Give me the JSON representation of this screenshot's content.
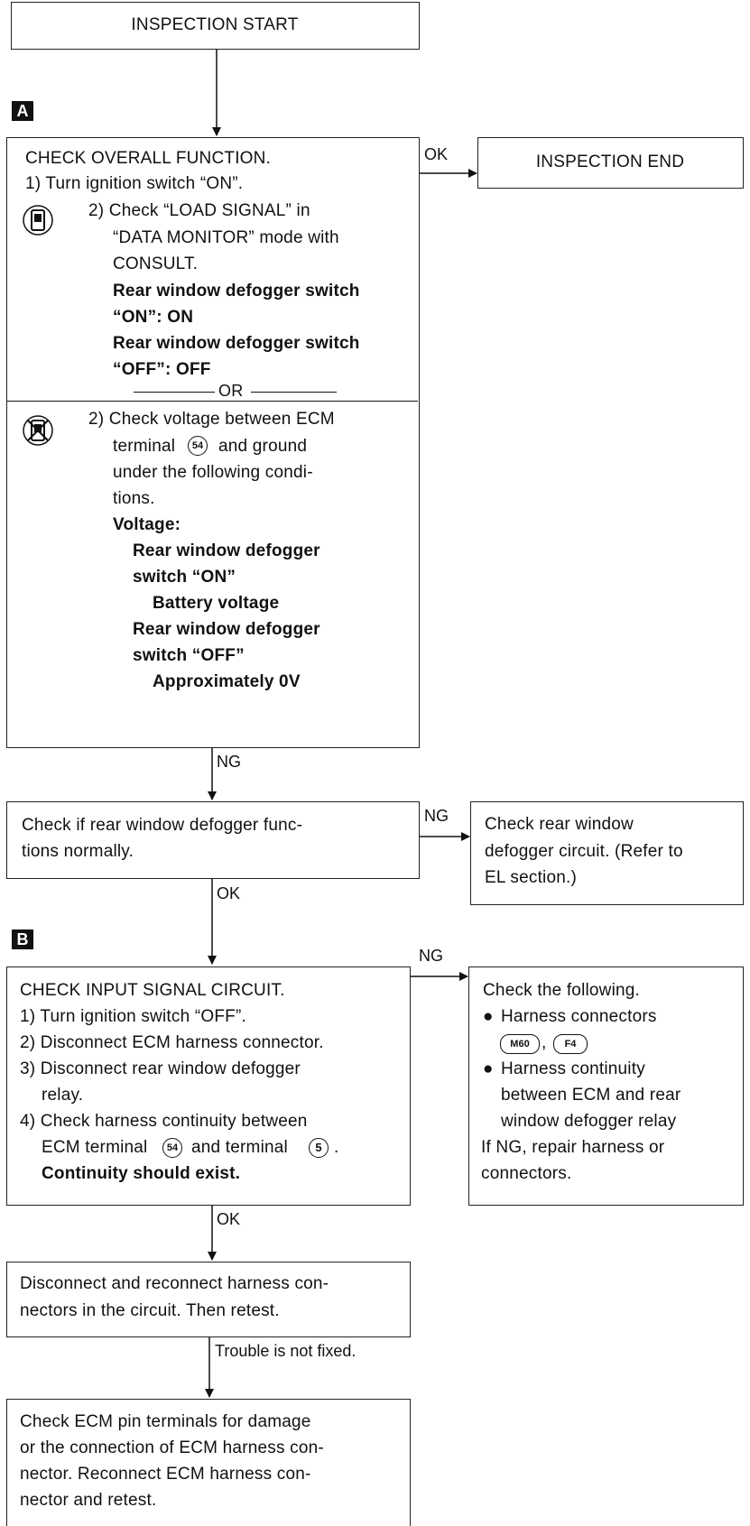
{
  "start": "INSPECTION START",
  "sections": {
    "a": "A",
    "b": "B"
  },
  "check_overall": {
    "title": "CHECK OVERALL FUNCTION.",
    "step1": "1) Turn ignition switch “ON”.",
    "consult_lines": [
      "2) Check “LOAD SIGNAL” in",
      "“DATA MONITOR” mode with",
      "CONSULT."
    ],
    "consult_bold": [
      "Rear window defogger switch",
      "“ON”: ON",
      "Rear window defogger switch",
      "“OFF”: OFF"
    ],
    "or": "OR",
    "voltage_lines": [
      "2) Check voltage between ECM",
      "terminal",
      "and ground",
      "under the following condi-",
      "tions."
    ],
    "terminal_no": "54",
    "voltage_bold": [
      "Voltage:",
      "Rear window defogger",
      "switch “ON”",
      "Battery voltage",
      "Rear window defogger",
      "switch “OFF”",
      "Approximately 0V"
    ]
  },
  "inspection_end": "INSPECTION END",
  "check_defogger": [
    "Check if rear window defogger func-",
    "tions normally."
  ],
  "check_circuit": [
    "Check rear window",
    "defogger circuit. (Refer to",
    "EL section.)"
  ],
  "check_input": {
    "title": "CHECK INPUT SIGNAL CIRCUIT.",
    "lines": [
      "1) Turn ignition switch “OFF”.",
      "2) Disconnect ECM harness connector.",
      "3) Disconnect rear window defogger",
      "relay.",
      "4) Check harness continuity between",
      "ECM terminal",
      "and terminal"
    ],
    "terminal_a": "54",
    "terminal_b": "5",
    "bold": "Continuity should exist."
  },
  "check_following": {
    "title": "Check the following.",
    "b1": "Harness connectors",
    "connectors": [
      "M60",
      "F4"
    ],
    "b2_lines": [
      "Harness continuity",
      "between ECM and rear",
      "window defogger relay"
    ],
    "tail": [
      "If NG, repair harness or",
      "connectors."
    ]
  },
  "reconnect": [
    "Disconnect and reconnect harness con-",
    "nectors in the circuit. Then retest."
  ],
  "final": [
    "Check ECM pin terminals for damage",
    "or the connection of ECM harness con-",
    "nector. Reconnect ECM harness con-",
    "nector and retest."
  ],
  "labels": {
    "ok1": "OK",
    "ng1": "NG",
    "ng2": "NG",
    "ok2": "OK",
    "ng3": "NG",
    "ok3": "OK",
    "not_fixed": "Trouble is not fixed."
  }
}
